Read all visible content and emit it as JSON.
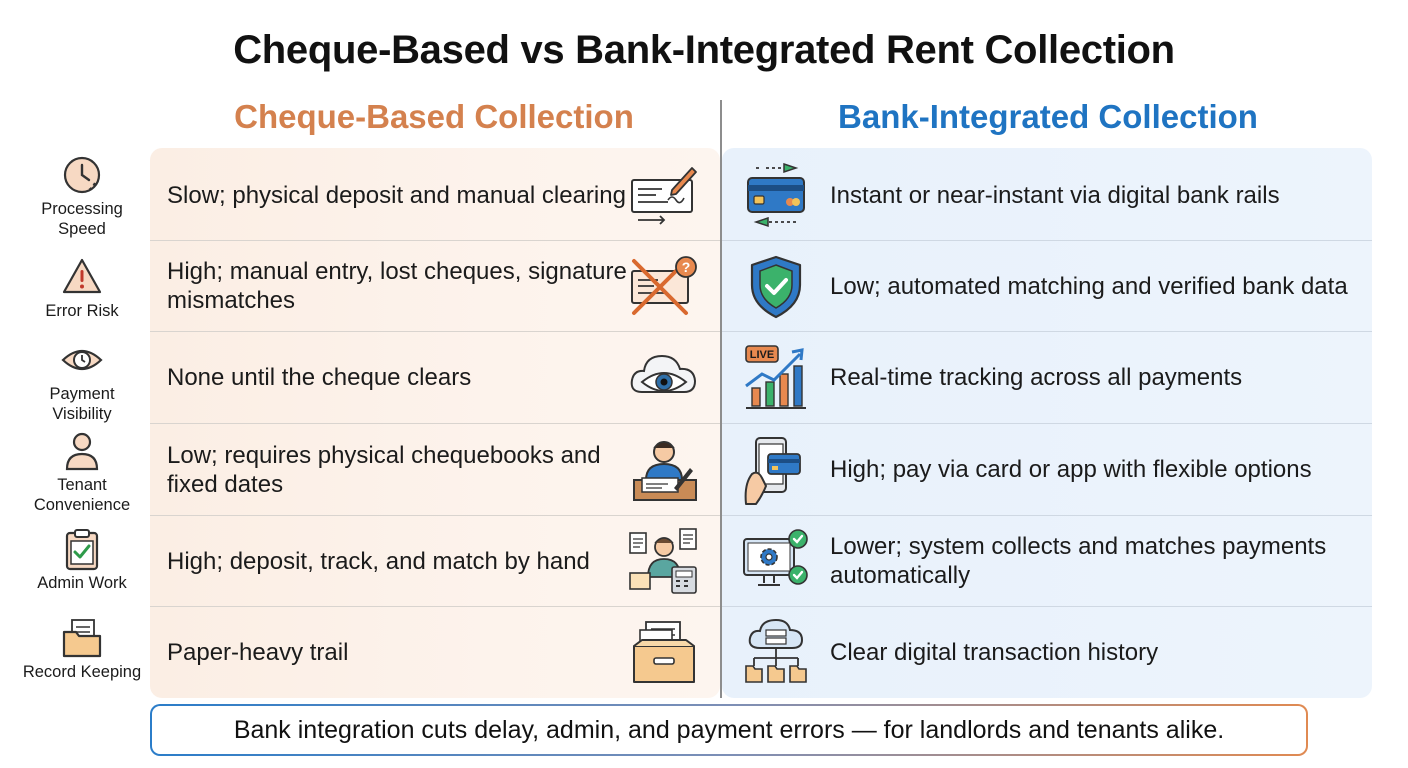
{
  "title": "Cheque-Based vs Bank-Integrated Rent Collection",
  "columns": {
    "left": "Cheque-Based Collection",
    "right": "Bank-Integrated Collection"
  },
  "colors": {
    "cheque_accent": "#d4814e",
    "bank_accent": "#1f74c2"
  },
  "rows": [
    {
      "criterion": "Processing Speed",
      "criterion_icon": "clock-icon",
      "cheque": "Slow; physical deposit and manual clearing",
      "cheque_icon": "cheque-signing-icon",
      "bank": "Instant or near-instant via digital bank rails",
      "bank_icon": "card-transfer-icon"
    },
    {
      "criterion": "Error Risk",
      "criterion_icon": "warning-icon",
      "cheque": "High; manual entry, lost cheques, signature mismatches",
      "cheque_icon": "crossed-cheque-icon",
      "bank": "Low; automated matching and verified bank data",
      "bank_icon": "shield-check-icon"
    },
    {
      "criterion": "Payment Visibility",
      "criterion_icon": "eye-icon",
      "cheque": "None until the cheque clears",
      "cheque_icon": "cloud-eye-icon",
      "bank": "Real-time tracking across all payments",
      "bank_icon": "live-chart-icon",
      "bank_badge": "LIVE"
    },
    {
      "criterion": "Tenant Convenience",
      "criterion_icon": "person-icon",
      "cheque": "Low; requires physical chequebooks and fixed dates",
      "cheque_icon": "person-writing-icon",
      "bank": "High; pay via card or app with flexible options",
      "bank_icon": "phone-card-icon"
    },
    {
      "criterion": "Admin Work",
      "criterion_icon": "clipboard-check-icon",
      "cheque": "High; deposit, track, and match by hand",
      "cheque_icon": "person-paperwork-icon",
      "bank": "Lower; system collects and matches payments automatically",
      "bank_icon": "monitor-gear-icon"
    },
    {
      "criterion": "Record Keeping",
      "criterion_icon": "folder-icon",
      "cheque": "Paper-heavy trail",
      "cheque_icon": "file-drawer-icon",
      "bank": "Clear digital transaction history",
      "bank_icon": "cloud-network-icon"
    }
  ],
  "footer": "Bank integration cuts delay, admin, and payment errors — for landlords and tenants alike."
}
